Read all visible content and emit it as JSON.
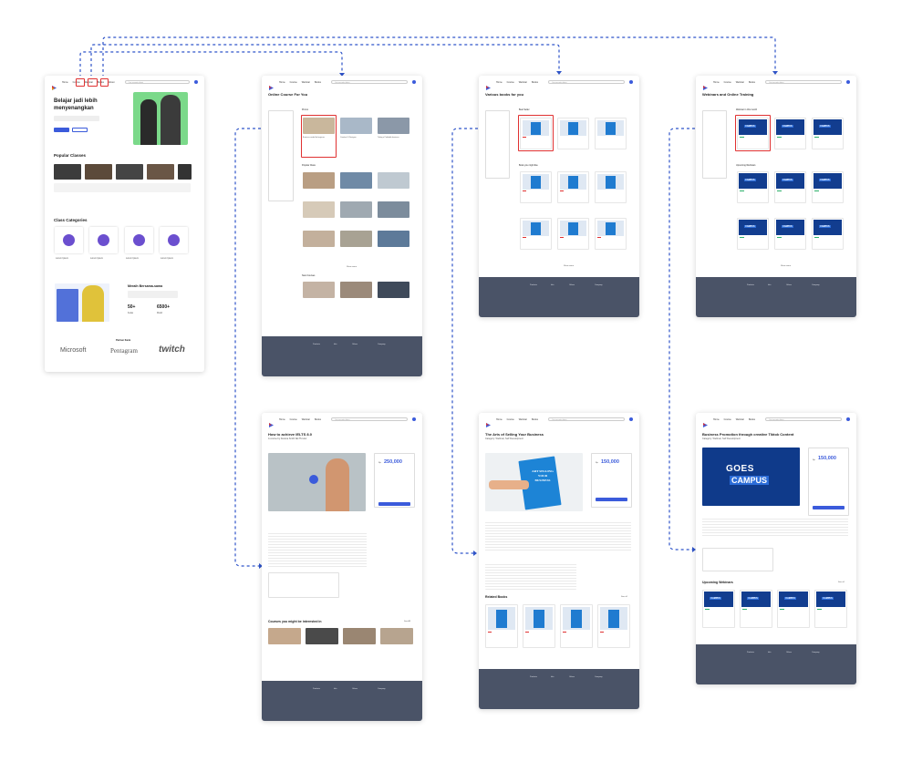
{
  "nav": {
    "links": [
      "Home",
      "Course",
      "Webinar",
      "Books",
      "About"
    ],
    "search_placeholder": "Cari sesuatu disini"
  },
  "home": {
    "hero_title": "Belajar jadi lebih menyenangkan",
    "popular_title": "Popular Classes",
    "categories_title": "Class Categories",
    "category_label": "Lorem Ipsum",
    "together_title": "Meraih Bersama-sama",
    "stat1_value": "50+",
    "stat1_label": "Kelas",
    "stat2_value": "6500+",
    "stat2_label": "Murid",
    "partner_title": "Partner Kami",
    "partner_logos": [
      "Microsoft",
      "Pentagram",
      "twitch"
    ]
  },
  "courses": {
    "title": "Online Course For You",
    "sections": [
      "Promo",
      "Popular Class",
      "New Courses"
    ],
    "show_more": "Show more",
    "course_titles": [
      "Business model for beginner",
      "Creative UI Designer",
      "Taking a Profitable business"
    ]
  },
  "books": {
    "title": "Various books for you",
    "sections": [
      "Best Seller",
      "Book you might like"
    ],
    "show_more": "Show more"
  },
  "webinars": {
    "title": "Webinars and Online Training",
    "sections": [
      "Webinar in this month",
      "Upcoming Webinars"
    ],
    "show_more": "Show more"
  },
  "course_detail": {
    "title": "How to achieve IELTS 8.0",
    "subtitle": "A course by Dewina Smith IELTS tutor",
    "price": "250,000",
    "price_prefix": "Rp",
    "related_title": "Courses you might be interested in",
    "see_all": "See All"
  },
  "book_detail": {
    "title": "The Arts of Selling Your Business",
    "subtitle": "Category: Webinar, Self Development",
    "price": "150,000",
    "price_prefix": "Rp",
    "cover_text": "ART SELLING YOUR BUSINESS",
    "related_title": "Related Books",
    "see_all": "See all"
  },
  "webinar_detail": {
    "title": "Business Promotion through creative Tiktok Content",
    "subtitle": "Category: Webinar, Self Development",
    "price": "150,000",
    "price_prefix": "Rp",
    "banner_text1": "GOES",
    "banner_text2": "CAMPUS",
    "upcoming_title": "Upcoming Webinars",
    "see_all": "See all"
  },
  "footer": {
    "columns": [
      "Products",
      "Info",
      "Others",
      "Company"
    ]
  },
  "colors": {
    "accent": "#3b5bdb",
    "footer": "#4a5367",
    "highlight": "#e03131",
    "connector": "#2f54c9"
  }
}
